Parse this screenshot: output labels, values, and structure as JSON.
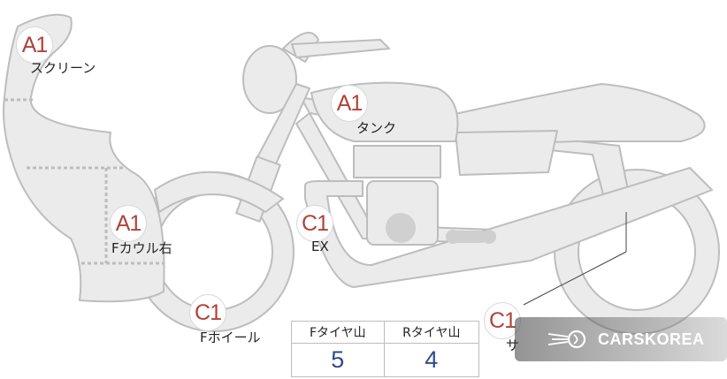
{
  "parts": [
    {
      "key": "screen",
      "grade": "A1",
      "label": "スクリーン"
    },
    {
      "key": "tank",
      "grade": "A1",
      "label": "タンク"
    },
    {
      "key": "right_cowl",
      "grade": "A1",
      "label": "Fカウル右"
    },
    {
      "key": "exhaust",
      "grade": "C1",
      "label": "EX"
    },
    {
      "key": "front_wheel",
      "grade": "C1",
      "label": "Fホイール"
    },
    {
      "key": "rear_part",
      "grade": "C1",
      "label": "サ"
    }
  ],
  "tire_tread": {
    "headers": [
      "Fタイヤ山",
      "Rタイヤ山"
    ],
    "values": [
      "5",
      "4"
    ]
  },
  "watermark": {
    "text": "CARSKOREA",
    "icon": "carskorea-logo-icon"
  },
  "colors": {
    "grade": "#b0433a",
    "tread_value": "#2f4a8f",
    "body_fill": "#ebebeb",
    "outline": "#bdbdbd"
  }
}
